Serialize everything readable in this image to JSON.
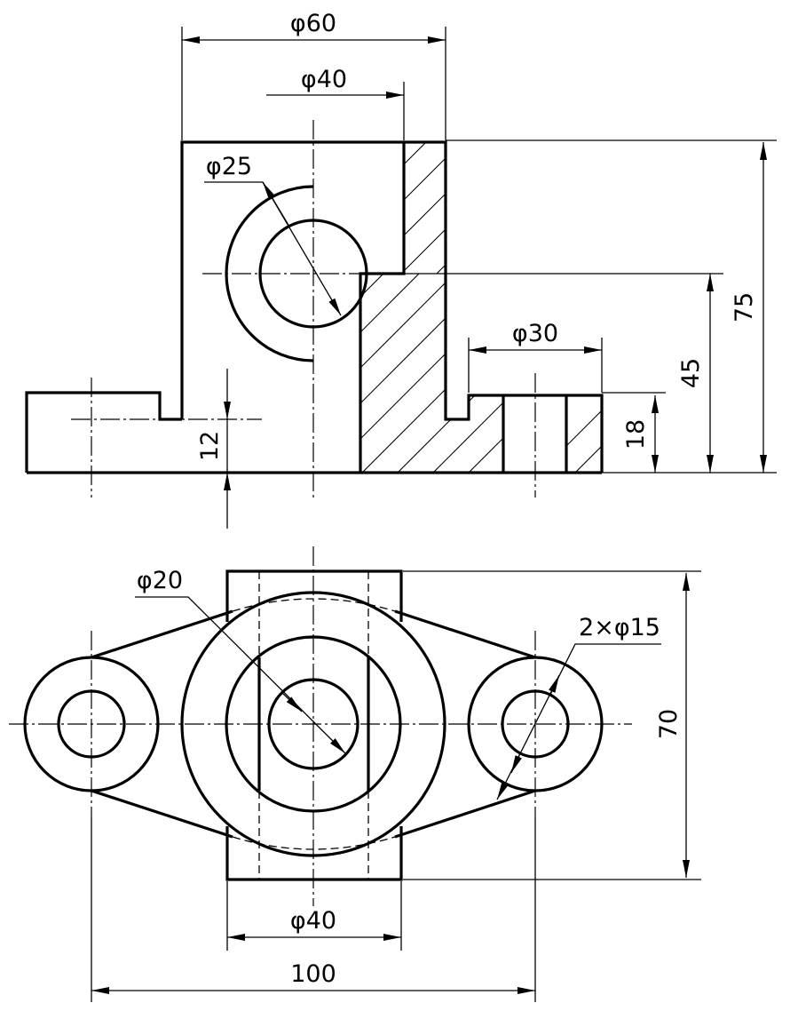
{
  "colors": {
    "line": "#000000",
    "background": "#ffffff"
  },
  "dimensions": {
    "front_view": {
      "top_diameter_outer": "φ60",
      "top_diameter_inner": "φ40",
      "hole_diameter": "φ25",
      "boss_diameter": "φ30",
      "base_height_left": "12",
      "boss_height": "18",
      "hole_center_height": "45",
      "total_height": "75"
    },
    "top_view": {
      "center_hole_diameter": "φ20",
      "side_holes": "2×φ15",
      "depth": "70",
      "cylinder_diameter": "φ40",
      "hole_spacing": "100"
    }
  }
}
